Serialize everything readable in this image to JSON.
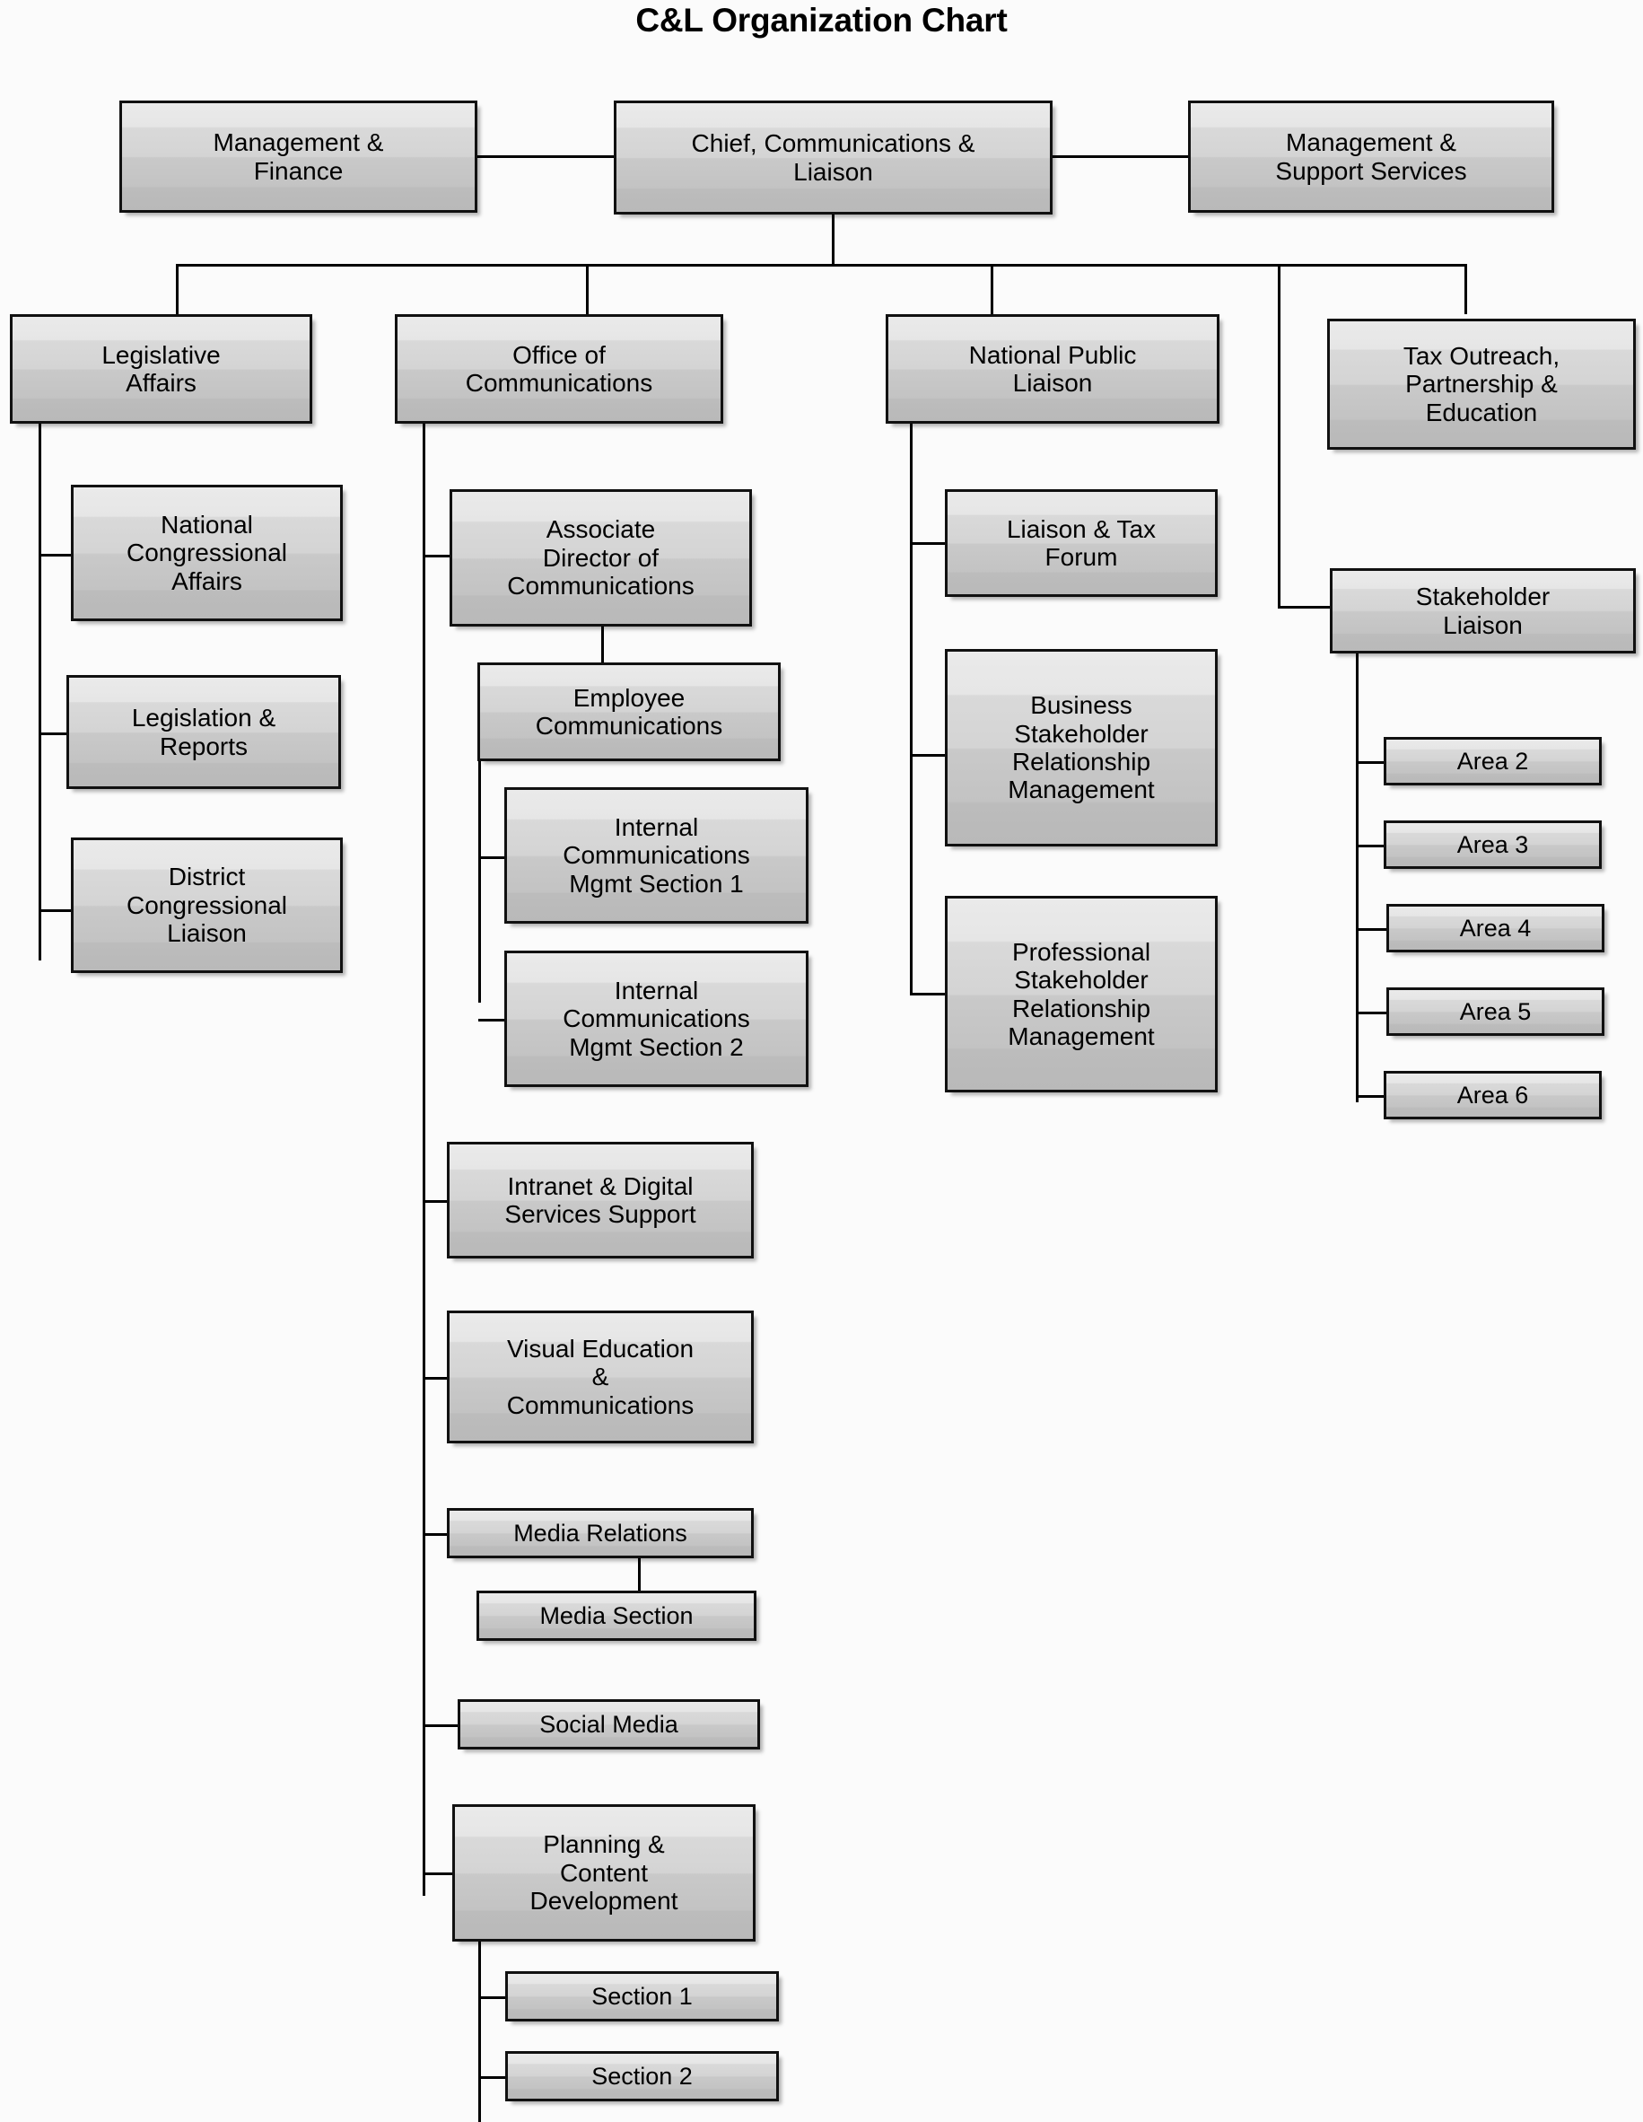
{
  "title": "C&L Organization Chart",
  "colors": {
    "background": "#fbfbfb",
    "box_border": "#111111",
    "box_gradient_top": "#eaeaea",
    "box_gradient_bottom": "#b9b9b9",
    "line": "#000000",
    "text": "#000000"
  },
  "chart_data": {
    "type": "diagram",
    "subtype": "organization-chart",
    "title": "C&L Organization Chart",
    "root": "Chief, Communications & Liaison",
    "peers": [
      "Management & Finance",
      "Management & Support Services"
    ],
    "nodes": [
      {
        "id": "mgmt-finance",
        "label": "Management &\nFinance",
        "level": 0,
        "parent": null
      },
      {
        "id": "chief",
        "label": "Chief, Communications &\nLiaison",
        "level": 0,
        "parent": null
      },
      {
        "id": "mgmt-support",
        "label": "Management &\nSupport Services",
        "level": 0,
        "parent": null
      },
      {
        "id": "legislative-affairs",
        "label": "Legislative\nAffairs",
        "level": 1,
        "parent": "chief"
      },
      {
        "id": "office-communications",
        "label": "Office of\nCommunications",
        "level": 1,
        "parent": "chief"
      },
      {
        "id": "national-public-liaison",
        "label": "National Public\nLiaison",
        "level": 1,
        "parent": "chief"
      },
      {
        "id": "tax-outreach",
        "label": "Tax Outreach,\nPartnership &\nEducation",
        "level": 1,
        "parent": "chief"
      },
      {
        "id": "stakeholder-liaison",
        "label": "Stakeholder\nLiaison",
        "level": 1,
        "parent": "chief"
      },
      {
        "id": "national-congressional-affairs",
        "label": "National\nCongressional\nAffairs",
        "level": 2,
        "parent": "legislative-affairs"
      },
      {
        "id": "legislation-reports",
        "label": "Legislation &\nReports",
        "level": 2,
        "parent": "legislative-affairs"
      },
      {
        "id": "district-congressional-liaison",
        "label": "District\nCongressional\nLiaison",
        "level": 2,
        "parent": "legislative-affairs"
      },
      {
        "id": "associate-director",
        "label": "Associate\nDirector of\nCommunications",
        "level": 2,
        "parent": "office-communications"
      },
      {
        "id": "employee-communications",
        "label": "Employee\nCommunications",
        "level": 3,
        "parent": "associate-director"
      },
      {
        "id": "internal-comms-1",
        "label": "Internal\nCommunications\nMgmt Section 1",
        "level": 4,
        "parent": "employee-communications"
      },
      {
        "id": "internal-comms-2",
        "label": "Internal\nCommunications\nMgmt Section 2",
        "level": 4,
        "parent": "employee-communications"
      },
      {
        "id": "intranet-digital",
        "label": "Intranet & Digital\nServices Support",
        "level": 2,
        "parent": "office-communications"
      },
      {
        "id": "visual-education",
        "label": "Visual Education\n&\nCommunications",
        "level": 2,
        "parent": "office-communications"
      },
      {
        "id": "media-relations",
        "label": "Media Relations",
        "level": 2,
        "parent": "office-communications"
      },
      {
        "id": "media-section",
        "label": "Media Section",
        "level": 3,
        "parent": "media-relations"
      },
      {
        "id": "social-media",
        "label": "Social Media",
        "level": 2,
        "parent": "office-communications"
      },
      {
        "id": "planning-content",
        "label": "Planning &\nContent\nDevelopment",
        "level": 2,
        "parent": "office-communications"
      },
      {
        "id": "section-1",
        "label": "Section 1",
        "level": 3,
        "parent": "planning-content"
      },
      {
        "id": "section-2",
        "label": "Section 2",
        "level": 3,
        "parent": "planning-content"
      },
      {
        "id": "liaison-tax-forum",
        "label": "Liaison & Tax\nForum",
        "level": 2,
        "parent": "national-public-liaison"
      },
      {
        "id": "business-stakeholder",
        "label": "Business\nStakeholder\nRelationship\nManagement",
        "level": 2,
        "parent": "national-public-liaison"
      },
      {
        "id": "professional-stakeholder",
        "label": "Professional\nStakeholder\nRelationship\nManagement",
        "level": 2,
        "parent": "national-public-liaison"
      },
      {
        "id": "area-2",
        "label": "Area 2",
        "level": 2,
        "parent": "stakeholder-liaison"
      },
      {
        "id": "area-3",
        "label": "Area 3",
        "level": 2,
        "parent": "stakeholder-liaison"
      },
      {
        "id": "area-4",
        "label": "Area 4",
        "level": 2,
        "parent": "stakeholder-liaison"
      },
      {
        "id": "area-5",
        "label": "Area 5",
        "level": 2,
        "parent": "stakeholder-liaison"
      },
      {
        "id": "area-6",
        "label": "Area 6",
        "level": 2,
        "parent": "stakeholder-liaison"
      }
    ]
  },
  "nodes": {
    "mgmt_finance": "Management &\nFinance",
    "chief": "Chief, Communications &\nLiaison",
    "mgmt_support": "Management &\nSupport Services",
    "legislative_affairs": "Legislative\nAffairs",
    "office_communications": "Office of\nCommunications",
    "national_public_liaison": "National Public\nLiaison",
    "tax_outreach": "Tax Outreach,\nPartnership &\nEducation",
    "stakeholder_liaison": "Stakeholder\nLiaison",
    "national_congressional_affairs": "National\nCongressional\nAffairs",
    "legislation_reports": "Legislation &\nReports",
    "district_congressional_liaison": "District\nCongressional\nLiaison",
    "associate_director": "Associate\nDirector of\nCommunications",
    "employee_communications": "Employee\nCommunications",
    "internal_comms_1": "Internal\nCommunications\nMgmt Section 1",
    "internal_comms_2": "Internal\nCommunications\nMgmt Section 2",
    "intranet_digital": "Intranet & Digital\nServices Support",
    "visual_education": "Visual Education\n&\nCommunications",
    "media_relations": "Media Relations",
    "media_section": "Media Section",
    "social_media": "Social Media",
    "planning_content": "Planning &\nContent\nDevelopment",
    "section_1": "Section 1",
    "section_2": "Section 2",
    "liaison_tax_forum": "Liaison & Tax\nForum",
    "business_stakeholder": "Business\nStakeholder\nRelationship\nManagement",
    "professional_stakeholder": "Professional\nStakeholder\nRelationship\nManagement",
    "area_2": "Area 2",
    "area_3": "Area 3",
    "area_4": "Area 4",
    "area_5": "Area 5",
    "area_6": "Area 6"
  }
}
